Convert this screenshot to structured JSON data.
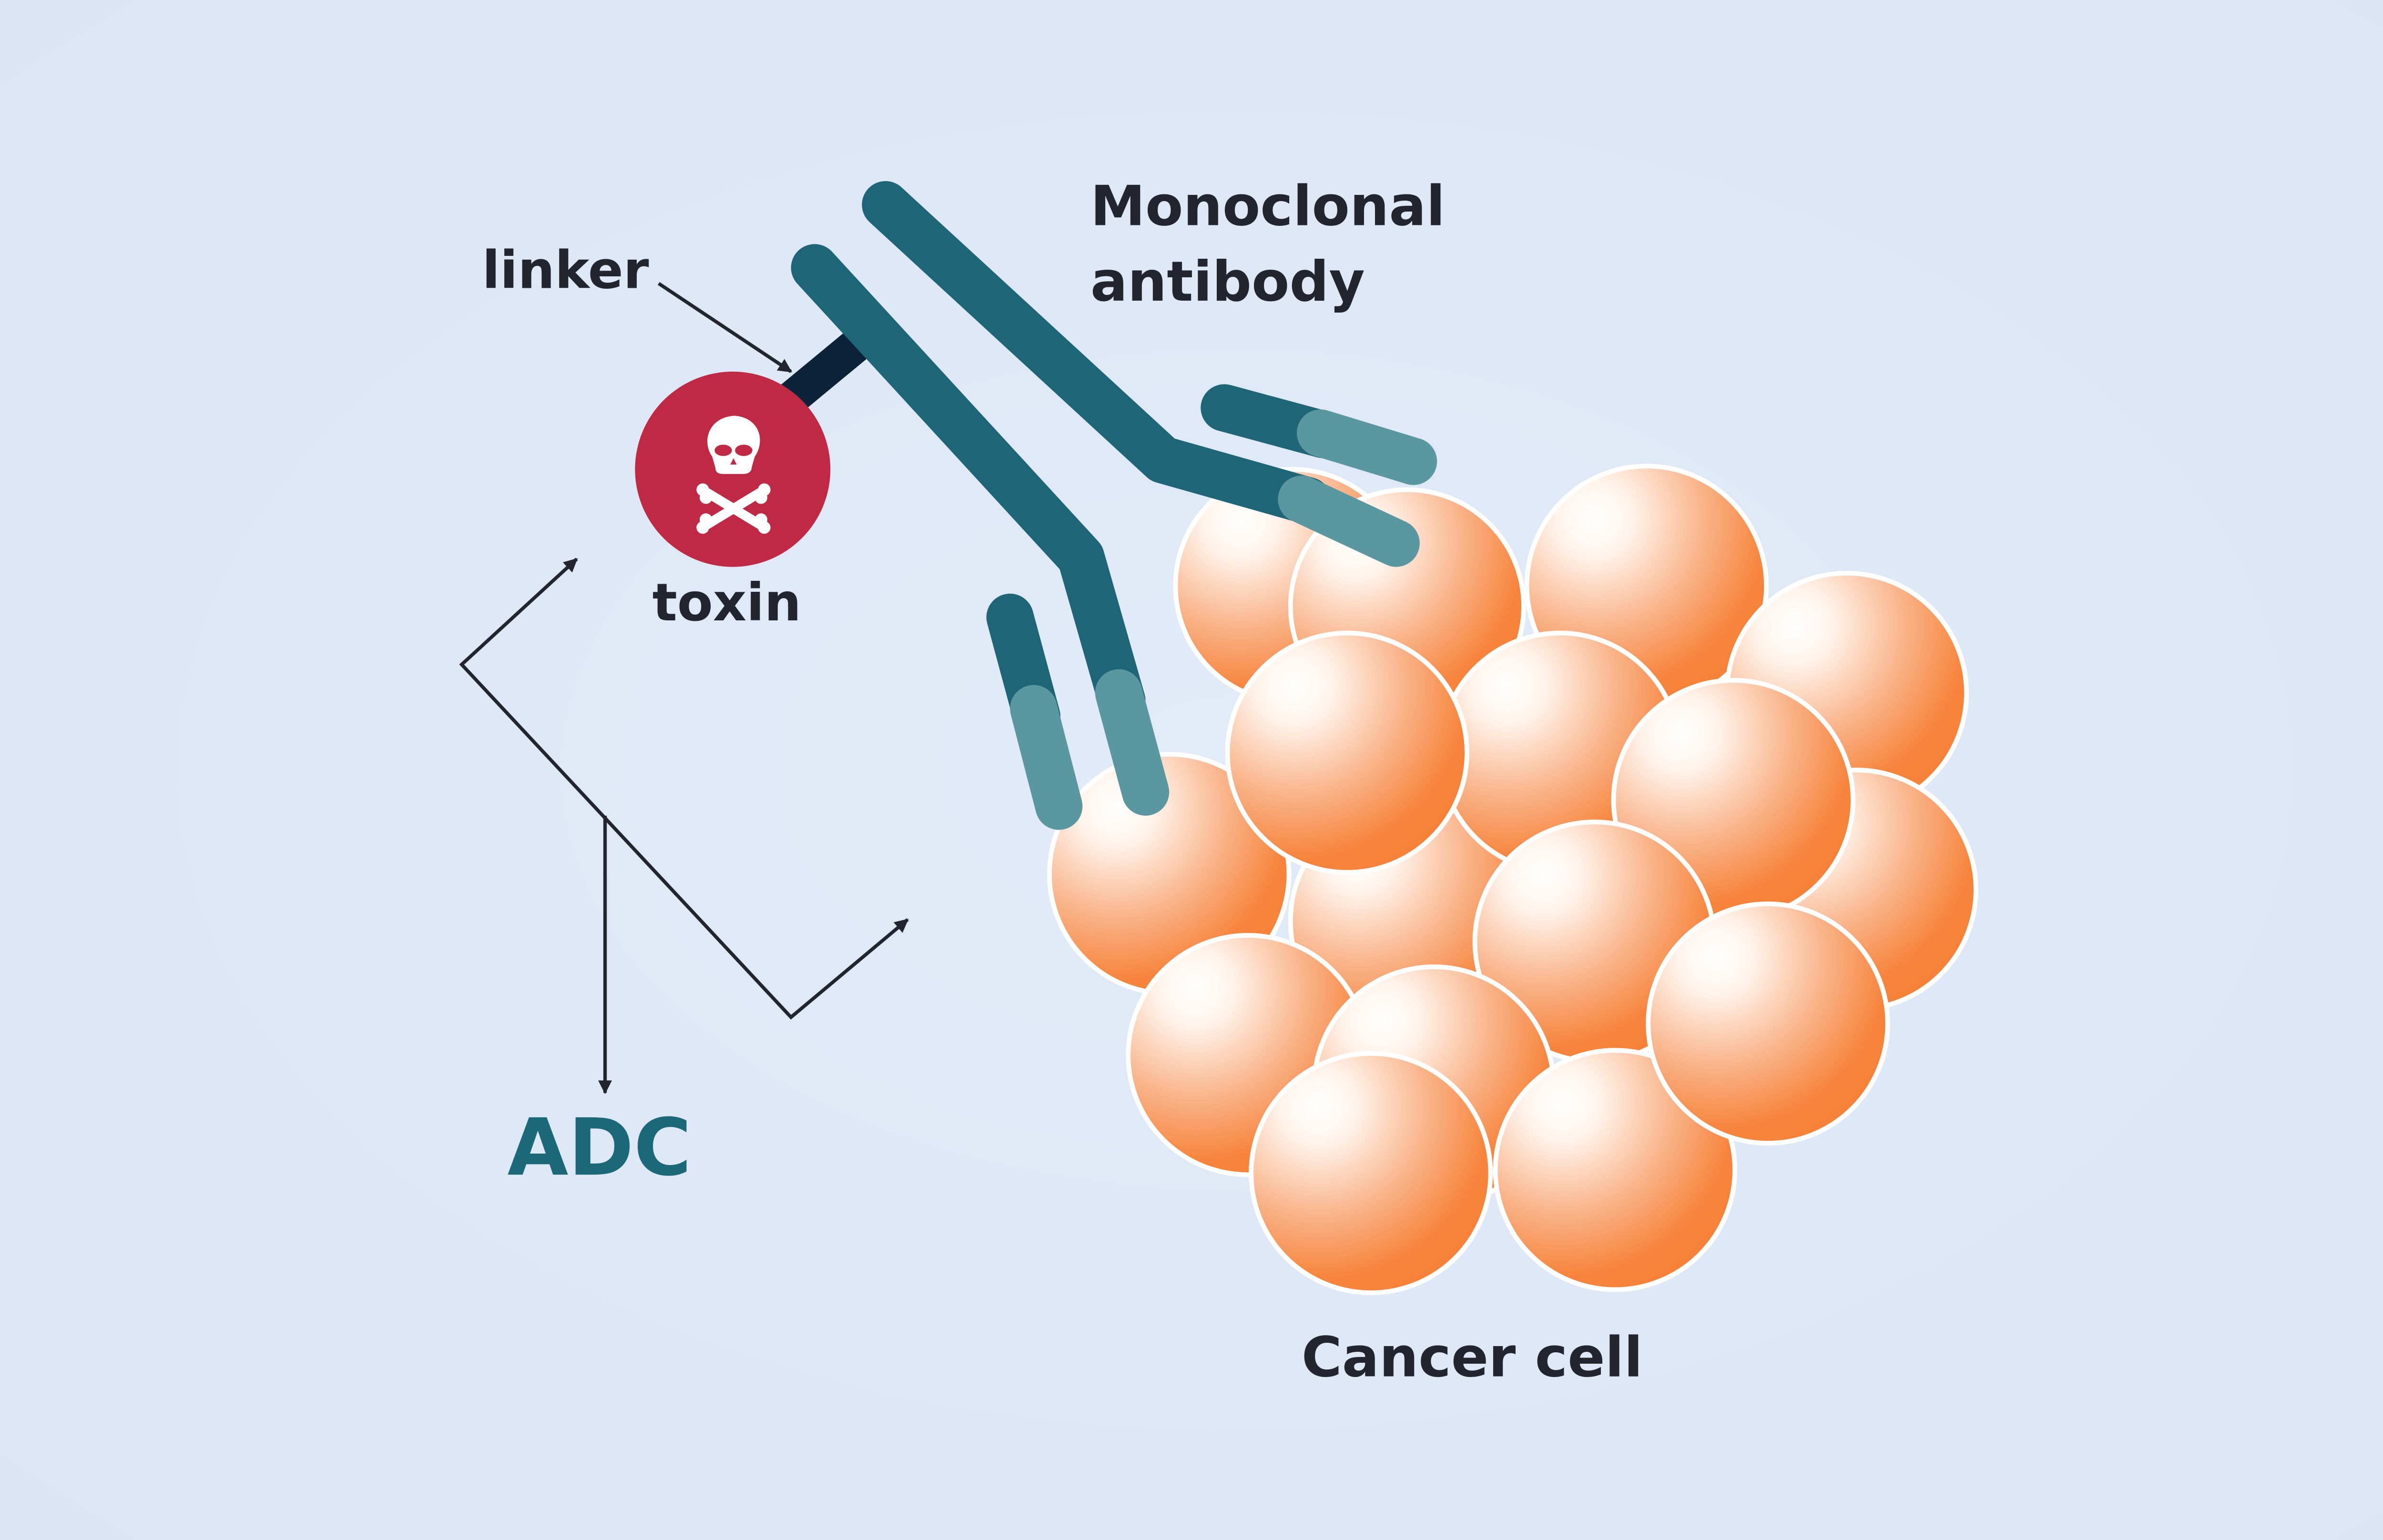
{
  "diagram": {
    "title": "Antibody-drug conjugate (ADC) binding to a cancer cell",
    "labels": {
      "linker": "linker",
      "toxin": "toxin",
      "antibody_line1": "Monoclonal",
      "antibody_line2": "antibody",
      "adc": "ADC",
      "cancer_cell": "Cancer cell"
    },
    "icons": {
      "toxin_symbol": "skull-and-crossbones-icon"
    },
    "colors": {
      "background": "#dde7f5",
      "antibody_dark": "#1e6677",
      "antibody_light": "#5a97a0",
      "linker": "#0c2238",
      "toxin": "#c02943",
      "cell_orange": "#f7843c",
      "cell_highlight": "#ffffff",
      "label_text": "#22252d",
      "adc_text": "#1b6878",
      "arrow": "#22252d"
    }
  }
}
